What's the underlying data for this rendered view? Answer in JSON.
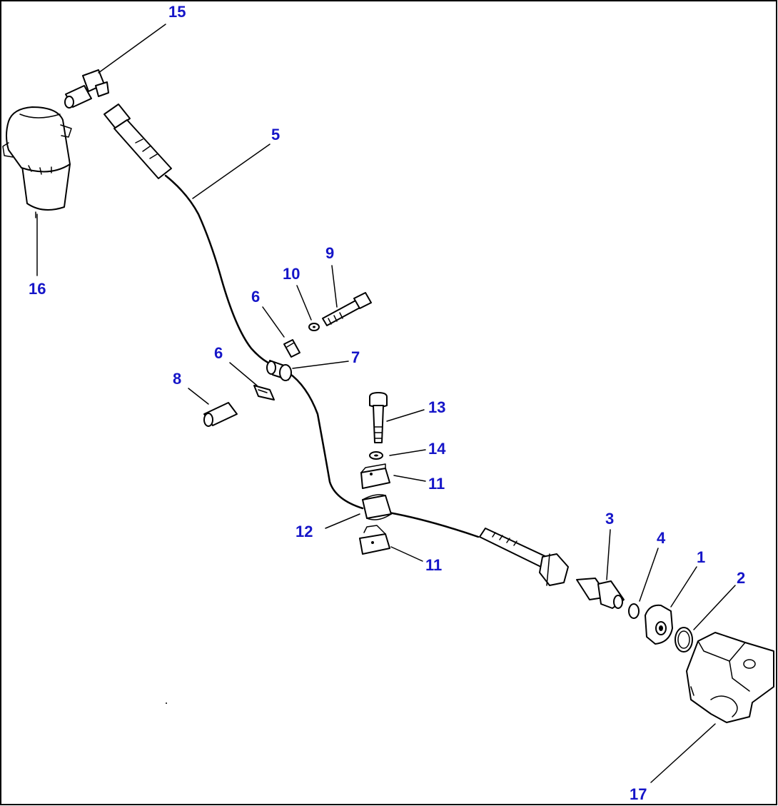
{
  "labels": {
    "l1": "1",
    "l2": "2",
    "l3": "3",
    "l4": "4",
    "l5": "5",
    "l6a": "6",
    "l6b": "6",
    "l7": "7",
    "l8": "8",
    "l9": "9",
    "l10": "10",
    "l11a": "11",
    "l11b": "11",
    "l12": "12",
    "l13": "13",
    "l14": "14",
    "l15": "15",
    "l16": "16",
    "l17": "17"
  },
  "colors": {
    "label": "#1515c8",
    "line": "#000000",
    "background": "#ffffff"
  }
}
